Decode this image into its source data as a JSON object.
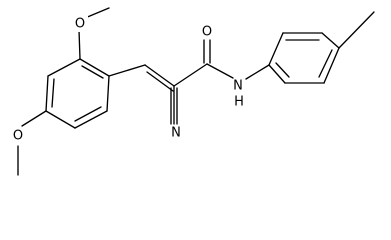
{
  "atoms": {
    "methoxy_top_o": "O",
    "methoxy_bottom_o": "O",
    "amide_o": "O",
    "amide_n": "N",
    "amide_h": "H",
    "nitrile_n": "N"
  }
}
